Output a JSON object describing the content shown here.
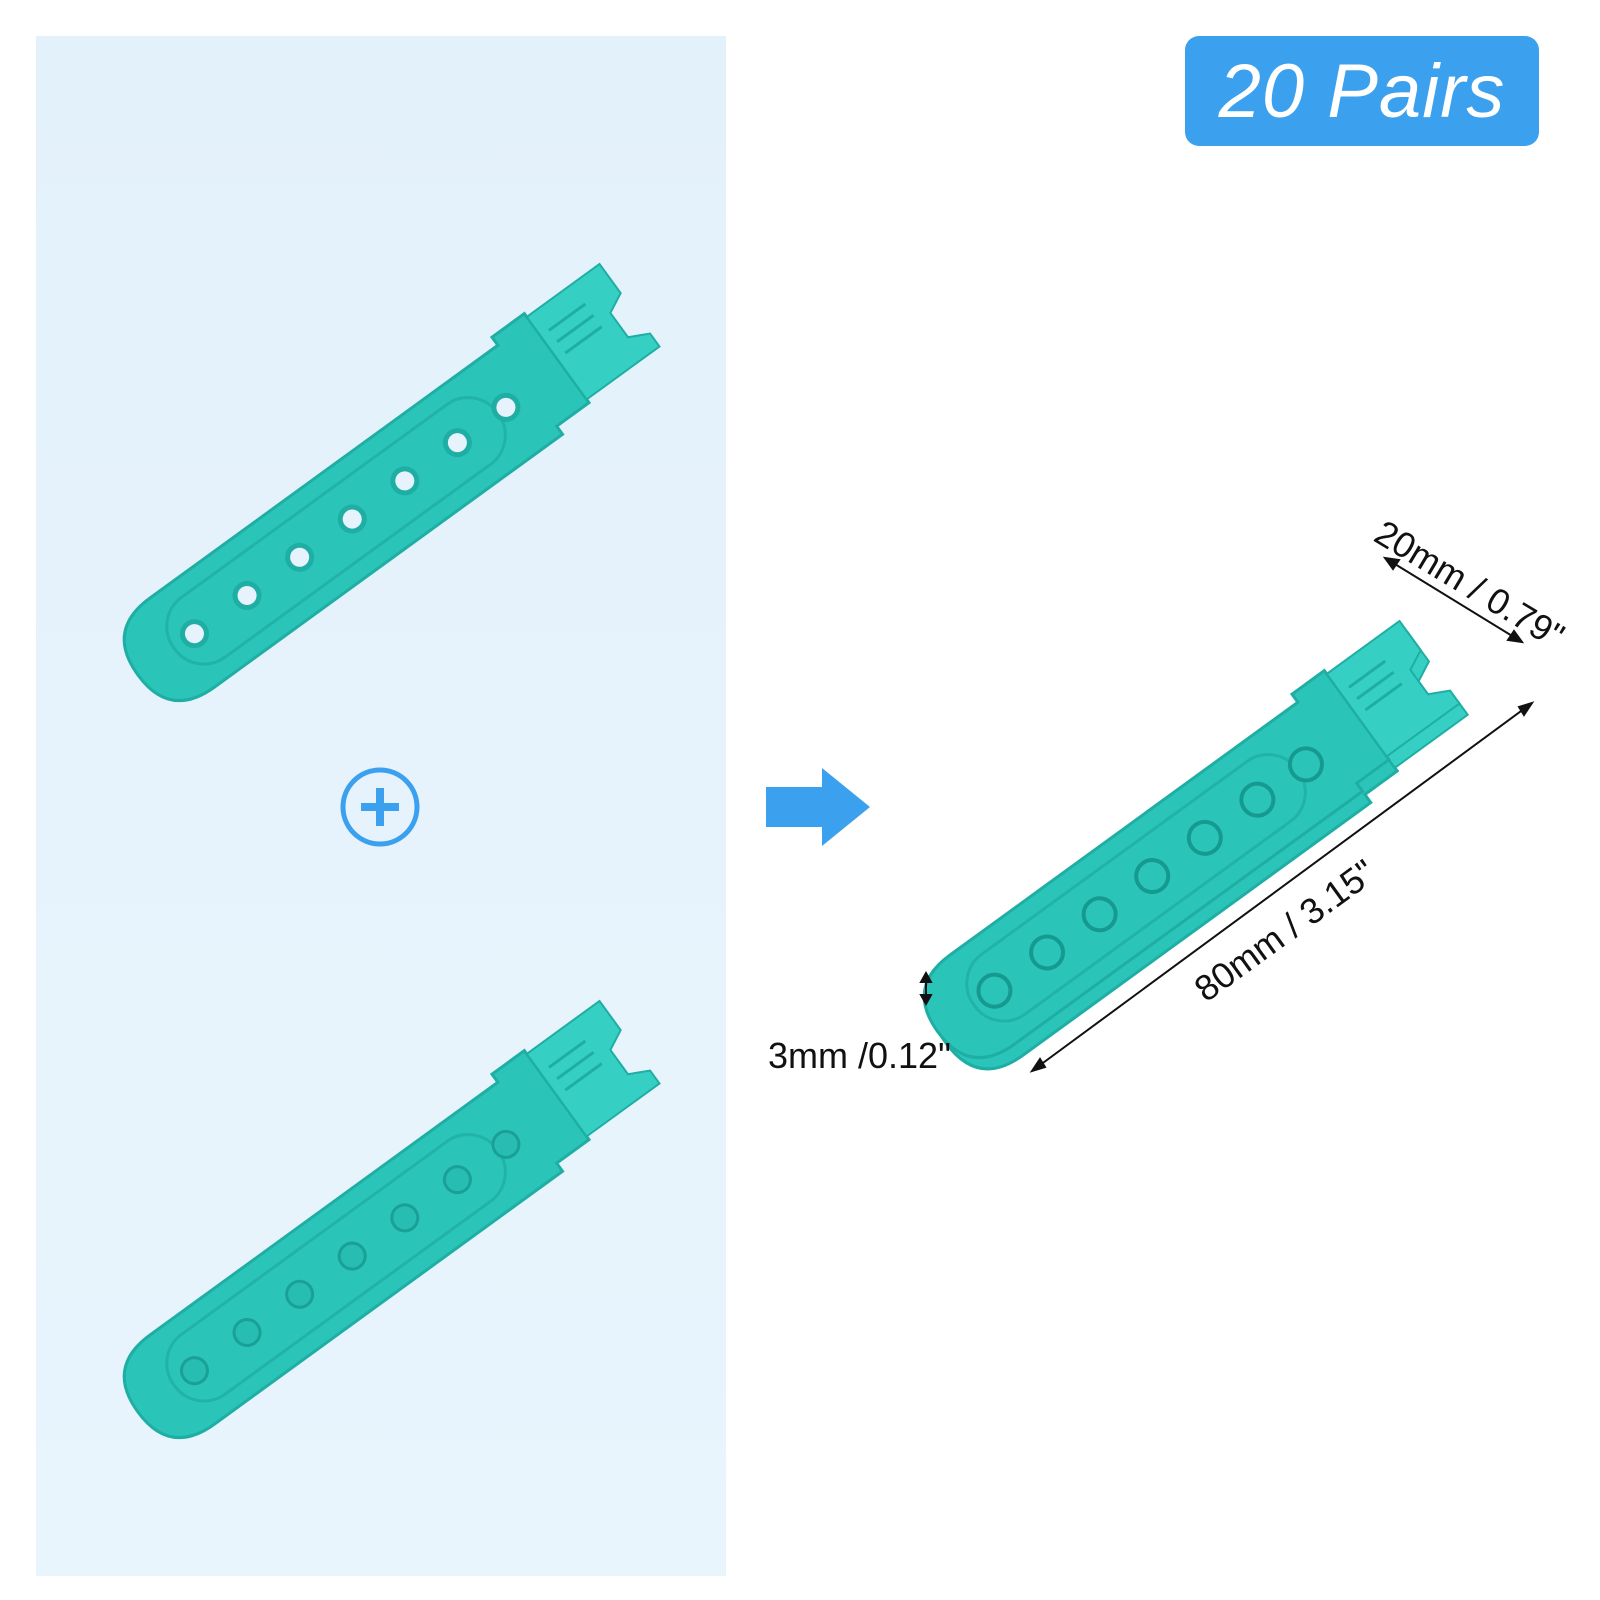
{
  "badge": {
    "text": "20 Pairs",
    "color": "#3ba0ee"
  },
  "icons": {
    "plus": "plus-circle-icon",
    "arrow": "arrow-right-icon"
  },
  "colors": {
    "strap": "#2bc4b9",
    "strap_dark": "#1faea4",
    "panel": "#e6f3fc",
    "accent": "#3ba0ee"
  },
  "dimensions": {
    "width": "20mm / 0.79\"",
    "length": "80mm / 3.15\"",
    "thickness": "3mm /0.12\""
  }
}
